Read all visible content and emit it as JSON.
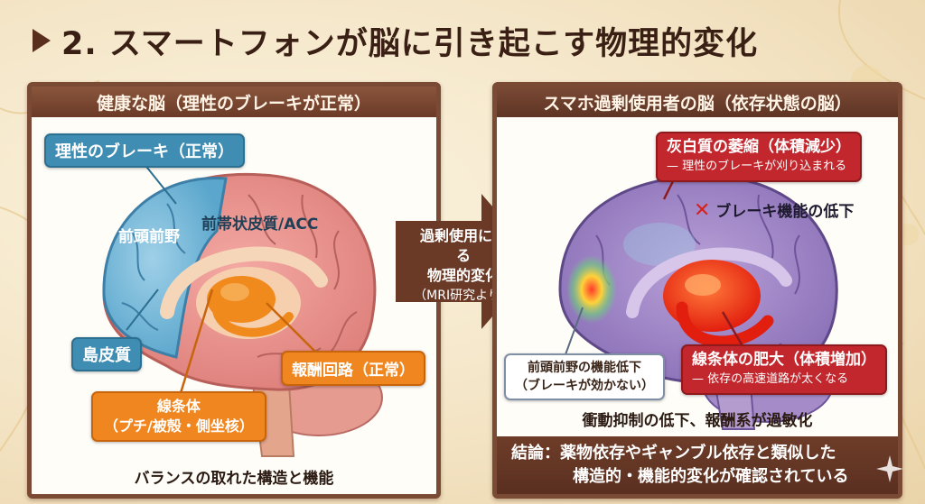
{
  "title": "2. スマートフォンが脳に引き起こす物理的変化",
  "left_panel": {
    "header": "健康な脳（理性のブレーキが正常）",
    "brake_label": "理性のブレーキ（正常）",
    "prefrontal": "前頭前野",
    "acc": "前帯状皮質/ACC",
    "insula": "島皮質",
    "striatum_line1": "線条体",
    "striatum_line2": "（プチ/被殻・側坐核）",
    "reward": "報酬回路（正常）",
    "caption": "バランスの取れた構造と機能"
  },
  "arrow": {
    "line1": "過剰使用による",
    "line2": "物理的変化",
    "line3": "（MRI研究より）"
  },
  "right_panel": {
    "header": "スマホ過剰使用者の脳（依存状態の脳）",
    "gray_matter": "灰白質の萎縮（体積減少）",
    "gray_matter_sub": "— 理性のブレーキが刈り込まれる",
    "brake_loss_mark": "✕",
    "brake_loss": "ブレーキ機能の低下",
    "prefrontal_line1": "前頭前野の機能低下",
    "prefrontal_line2": "（ブレーキが効かない）",
    "striatum": "線条体の肥大（体積増加）",
    "striatum_sub": "— 依存の高速道路が太くなる",
    "caption": "衝動抑制の低下、報酬系が過敏化",
    "conclusion_line1": "結論：薬物依存やギャンブル依存と類似した",
    "conclusion_line2": "構造的・機能的変化が確認されている"
  },
  "colors": {
    "panel_border": "#7b4a34",
    "blue_tag": "#3f8db3",
    "orange_tag": "#f0861f",
    "red_tag": "#c1272d"
  }
}
